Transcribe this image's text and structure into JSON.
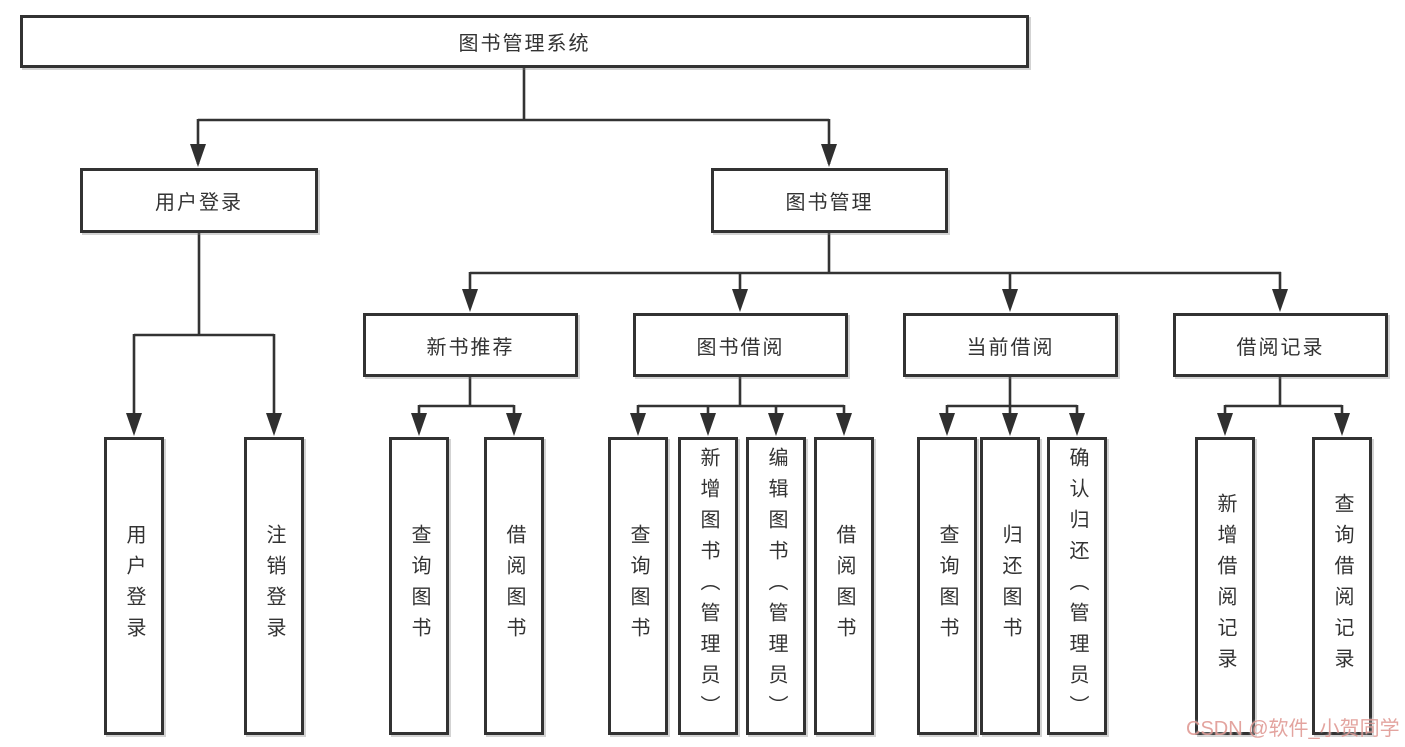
{
  "tree": {
    "root": {
      "label": "图书管理系统"
    },
    "user_branch": {
      "label": "用户登录",
      "children": [
        "用户登录",
        "注销登录"
      ]
    },
    "mgmt_branch": {
      "label": "图书管理",
      "groups": [
        {
          "label": "新书推荐",
          "children": [
            "查询图书",
            "借阅图书"
          ]
        },
        {
          "label": "图书借阅",
          "children": [
            "查询图书",
            "新增图书（管理员）",
            "编辑图书（管理员）",
            "借阅图书"
          ]
        },
        {
          "label": "当前借阅",
          "children": [
            "查询图书",
            "归还图书",
            "确认归还（管理员）"
          ]
        },
        {
          "label": "借阅记录",
          "children": [
            "新增借阅记录",
            "查询借阅记录"
          ]
        }
      ]
    }
  },
  "watermark": {
    "text": "CSDN @软件_小贺同学"
  },
  "colors": {
    "line": "#333333",
    "box_border": "#323232",
    "box_fill": "#ffffff",
    "background": "#ffffff",
    "watermark": "#de948e"
  }
}
